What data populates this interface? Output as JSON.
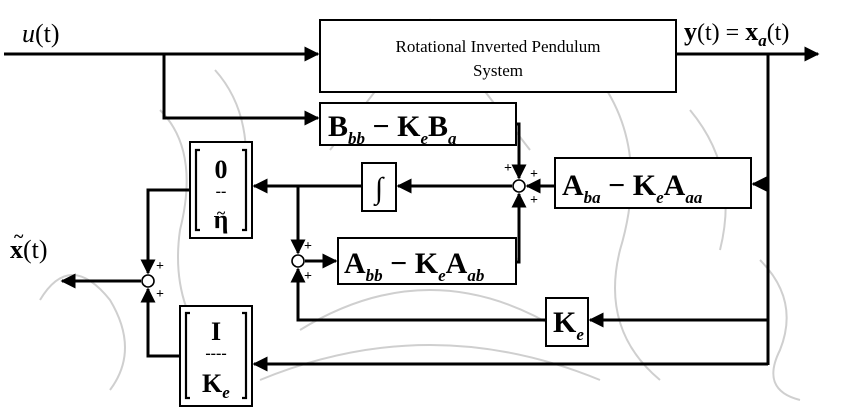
{
  "signals": {
    "input": {
      "sym": "u",
      "arg": "(t)"
    },
    "output": {
      "y": "y",
      "yarg": "(t) = ",
      "x": "x",
      "sub": "a",
      "xarg": "(t)"
    },
    "estimate": {
      "sym": "x",
      "accent": "~",
      "arg": "(t)"
    }
  },
  "blocks": {
    "plant": {
      "line1": "Rotational Inverted Pendulum",
      "line2": "System"
    },
    "b_bb": {
      "a": "B",
      "a_sub": "bb",
      "op": " − ",
      "k": "K",
      "k_sub": "e",
      "b": "B",
      "b_sub": "a"
    },
    "a_ba": {
      "a": "A",
      "a_sub": "ba",
      "op": " − ",
      "k": "K",
      "k_sub": "e",
      "b": "A",
      "b_sub": "aa"
    },
    "a_bb": {
      "a": "A",
      "a_sub": "bb",
      "op": " − ",
      "k": "K",
      "k_sub": "e",
      "b": "A",
      "b_sub": "ab"
    },
    "integrator": {
      "symbol": "∫"
    },
    "gain_ke": {
      "k": "K",
      "k_sub": "e"
    },
    "matrix_zero_eta": {
      "top": "0",
      "dash": "--",
      "bottom": "η",
      "bottom_accent": "~"
    },
    "matrix_i_ke": {
      "top": "I",
      "dash": "----",
      "bottom": "K",
      "bottom_sub": "e"
    }
  },
  "signs": {
    "plus": "+"
  },
  "colors": {
    "line": "#000000",
    "background": "#ffffff",
    "watermark": "#c9c9c9"
  }
}
